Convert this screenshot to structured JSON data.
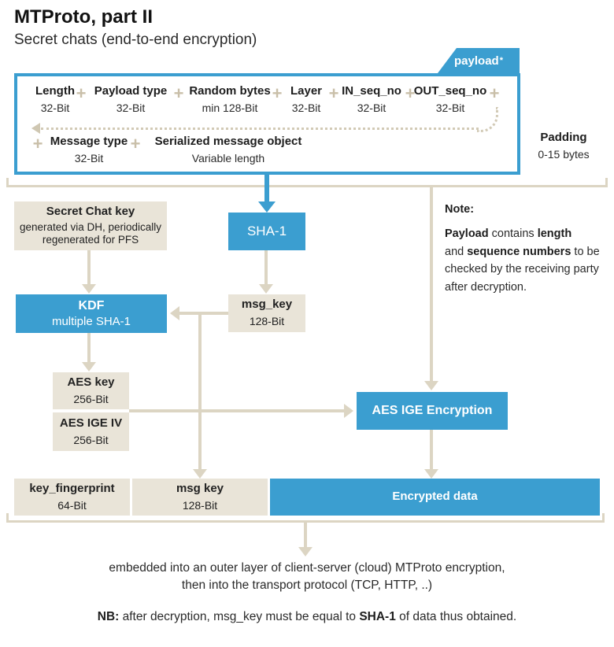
{
  "colors": {
    "accent_blue": "#3b9ed0",
    "box_beige": "#e9e4d8",
    "line_beige": "#dcd5c3",
    "plus_tan": "#c9bfa9"
  },
  "header": {
    "title": "MTProto, part II",
    "subtitle": "Secret chats (end-to-end encryption)"
  },
  "payload_tab": {
    "label": "payload",
    "asterisk": "*"
  },
  "payload_fields": {
    "plus": "+",
    "row1": [
      {
        "name": "Length",
        "size": "32-Bit"
      },
      {
        "name": "Payload type",
        "size": "32-Bit"
      },
      {
        "name": "Random bytes",
        "size": "min 128-Bit"
      },
      {
        "name": "Layer",
        "size": "32-Bit"
      },
      {
        "name": "IN_seq_no",
        "size": "32-Bit"
      },
      {
        "name": "OUT_seq_no",
        "size": "32-Bit"
      }
    ],
    "row2": [
      {
        "name": "Message type",
        "size": "32-Bit"
      },
      {
        "name": "Serialized message object",
        "size": "Variable length"
      }
    ]
  },
  "padding_note": {
    "title": "Padding",
    "sub": "0-15 bytes"
  },
  "nodes": {
    "secret_chat_key": {
      "title": "Secret Chat key",
      "line1": "generated via DH, periodically",
      "line2": "regenerated for PFS"
    },
    "sha1": {
      "label": "SHA-1"
    },
    "kdf": {
      "title": "KDF",
      "subtitle": "multiple SHA-1"
    },
    "msg_key_mid": {
      "title": "msg_key",
      "size": "128-Bit"
    },
    "aes_key": {
      "title": "AES key",
      "size": "256-Bit"
    },
    "aes_ige_iv": {
      "title": "AES IGE IV",
      "size": "256-Bit"
    },
    "aes_ige_encryption": {
      "label": "AES IGE Encryption"
    },
    "key_fingerprint": {
      "title": "key_fingerprint",
      "size": "64-Bit"
    },
    "msg_key_bottom": {
      "title": "msg key",
      "size": "128-Bit"
    },
    "encrypted_data": {
      "label": "Encrypted data"
    }
  },
  "note": {
    "title": "Note:",
    "b1": "Payload",
    "t1": " contains ",
    "b2": "length",
    "t2": "and ",
    "b3": "sequence numbers",
    "t3": " to be checked by the receiving party after decryption."
  },
  "footer": {
    "line1": "embedded into an outer layer of client-server (cloud) MTProto encryption,",
    "line2": "then into the transport protocol (TCP, HTTP, ..)",
    "nb_b1": "NB:",
    "nb_t1": " after decryption, msg_key must be equal to ",
    "nb_b2": "SHA-1",
    "nb_t2": " of data thus obtained."
  }
}
